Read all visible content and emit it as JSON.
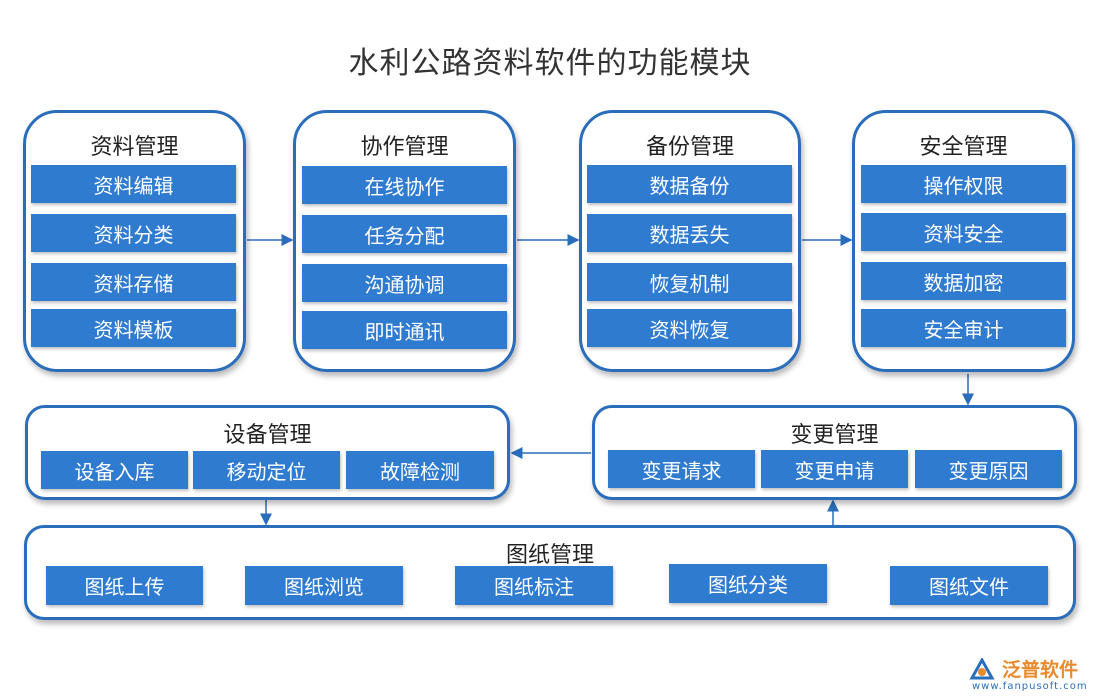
{
  "title": "水利公路资料软件的功能模块",
  "modules": {
    "data_mgmt": {
      "title": "资料管理",
      "items": [
        "资料编辑",
        "资料分类",
        "资料存储",
        "资料模板"
      ]
    },
    "collab_mgmt": {
      "title": "协作管理",
      "items": [
        "在线协作",
        "任务分配",
        "沟通协调",
        "即时通讯"
      ]
    },
    "backup_mgmt": {
      "title": "备份管理",
      "items": [
        "数据备份",
        "数据丢失",
        "恢复机制",
        "资料恢复"
      ]
    },
    "security_mgmt": {
      "title": "安全管理",
      "items": [
        "操作权限",
        "资料安全",
        "数据加密",
        "安全审计"
      ]
    },
    "device_mgmt": {
      "title": "设备管理",
      "items": [
        "设备入库",
        "移动定位",
        "故障检测"
      ]
    },
    "change_mgmt": {
      "title": "变更管理",
      "items": [
        "变更请求",
        "变更申请",
        "变更原因"
      ]
    },
    "drawing_mgmt": {
      "title": "图纸管理",
      "items": [
        "图纸上传",
        "图纸浏览",
        "图纸标注",
        "图纸分类",
        "图纸文件"
      ]
    }
  },
  "logo": {
    "name": "泛普软件",
    "url": "www.fanpusoft.com"
  },
  "colors": {
    "accent": "#2a6ebb",
    "item_fill": "#2f7bd0",
    "logo_orange": "#e98a2c"
  }
}
